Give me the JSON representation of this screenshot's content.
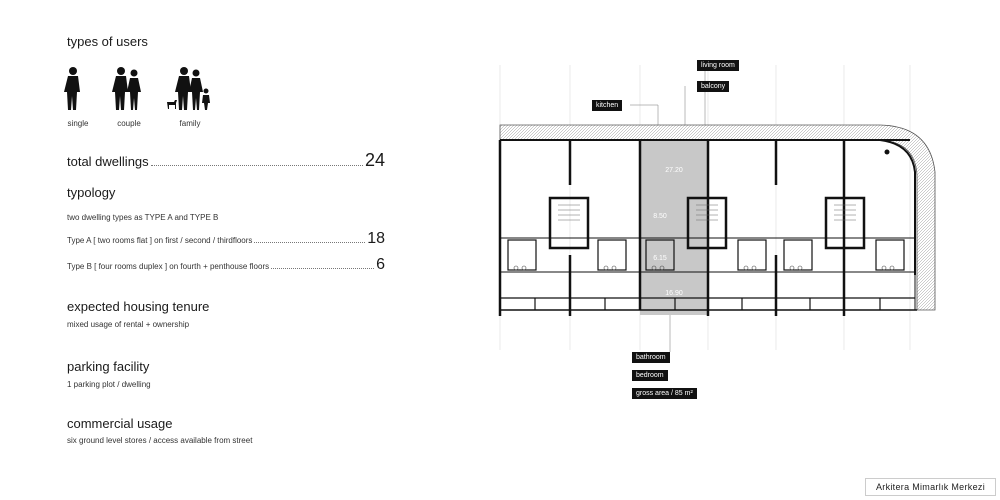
{
  "users": {
    "title": "types of users",
    "items": [
      {
        "label": "single"
      },
      {
        "label": "couple"
      },
      {
        "label": "family"
      }
    ]
  },
  "dwellings": {
    "label": "total dwellings",
    "value": "24"
  },
  "typology": {
    "title": "typology",
    "description": "two dwelling types as TYPE A and TYPE B",
    "type_a": {
      "label": "Type A [ two rooms flat ] on first / second / thirdfloors",
      "value": "18"
    },
    "type_b": {
      "label": "Type B [ four rooms duplex ] on fourth + penthouse floors",
      "value": "6"
    }
  },
  "tenure": {
    "title": "expected housing tenure",
    "text": "mixed usage of rental + ownership"
  },
  "parking": {
    "title": "parking facility",
    "text": "1 parking plot / dwelling"
  },
  "commercial": {
    "title": "commercial usage",
    "text": "six ground level stores / access available from street"
  },
  "plan": {
    "labels": {
      "living_room": "living room",
      "balcony": "balcony",
      "kitchen": "kitchen",
      "bathroom": "bathroom",
      "bedroom": "bedroom",
      "gross_area": "gross area / 85 m²"
    },
    "areas": {
      "living": "27.20",
      "kitchen": "8.50",
      "bath": "6.15",
      "bed": "16.90"
    },
    "highlight_color": "#c8c8c8"
  },
  "credit": "Arkitera Mimarlık Merkezi"
}
